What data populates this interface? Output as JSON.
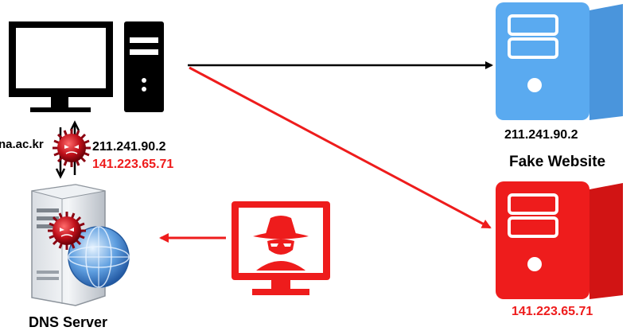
{
  "labels": {
    "domain_fragment": "na.ac.kr",
    "real_ip": "211.241.90.2",
    "fake_ip": "141.223.65.71",
    "top_server_ip": "211.241.90.2",
    "fake_website": "Fake Website",
    "bottom_server_ip": "141.223.65.71",
    "dns_server": "DNS Server"
  },
  "colors": {
    "red": "#ee1c1c",
    "black": "#000000",
    "blue_server": "#5aaaf0"
  },
  "icons": {
    "client": "desktop-computer-icon",
    "virus": "virus-icon",
    "dns": "dns-server-icon",
    "attacker": "hacker-monitor-icon",
    "legit_server": "server-icon",
    "fake_server": "server-icon"
  }
}
